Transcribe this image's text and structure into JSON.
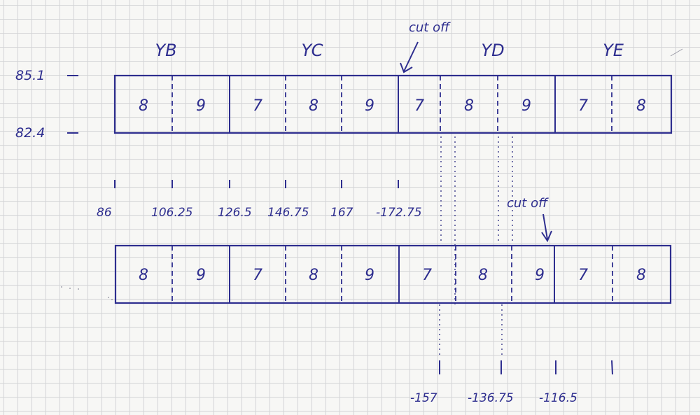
{
  "sections": [
    {
      "label": "YB",
      "labelX": 237
    },
    {
      "label": "YC",
      "labelX": 446
    },
    {
      "label": "YD",
      "labelX": 704
    },
    {
      "label": "YE",
      "labelX": 876
    }
  ],
  "boxes": {
    "top": {
      "digits": [
        "8",
        "9",
        "7",
        "8",
        "9",
        "7",
        "8",
        "9",
        "7",
        "8"
      ]
    },
    "bottom": {
      "digits": [
        "8",
        "9",
        "7",
        "8",
        "9",
        "7",
        "8",
        "9",
        "7",
        "8"
      ]
    }
  },
  "y_labels": {
    "upper": "85.1",
    "lower": "82.4"
  },
  "top_scale": [
    "86",
    "106.25",
    "126.5",
    "146.75",
    "167",
    "-172.75"
  ],
  "bottom_scale": [
    "-157",
    "-136.75",
    "-116.5"
  ],
  "annotations": {
    "cutoff_top": "cut off",
    "cutoff_bottom": "cut off"
  }
}
